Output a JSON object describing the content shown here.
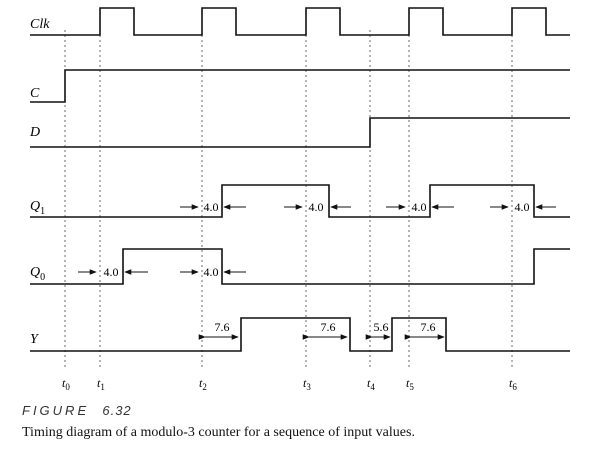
{
  "signals": {
    "clk": "Clk",
    "c": "C",
    "d": "D",
    "q1": "Q",
    "q1_sub": "1",
    "q0": "Q",
    "q0_sub": "0",
    "y": "Y"
  },
  "time_marks": {
    "t0": {
      "base": "t",
      "sub": "0"
    },
    "t1": {
      "base": "t",
      "sub": "1"
    },
    "t2": {
      "base": "t",
      "sub": "2"
    },
    "t3": {
      "base": "t",
      "sub": "3"
    },
    "t4": {
      "base": "t",
      "sub": "4"
    },
    "t5": {
      "base": "t",
      "sub": "5"
    },
    "t6": {
      "base": "t",
      "sub": "6"
    }
  },
  "delays": {
    "q1_a": "4.0",
    "q1_b": "4.0",
    "q1_c": "4.0",
    "q1_d": "4.0",
    "q0_a": "4.0",
    "q0_b": "4.0",
    "y_a": "7.6",
    "y_b": "7.6",
    "y_c": "5.6",
    "y_d": "7.6"
  },
  "figure": {
    "label": "FIGURE",
    "number": "6.32",
    "caption": "Timing diagram of a modulo-3 counter for a sequence of input values."
  },
  "colors": {
    "line": "#111111",
    "guide": "#444444"
  }
}
